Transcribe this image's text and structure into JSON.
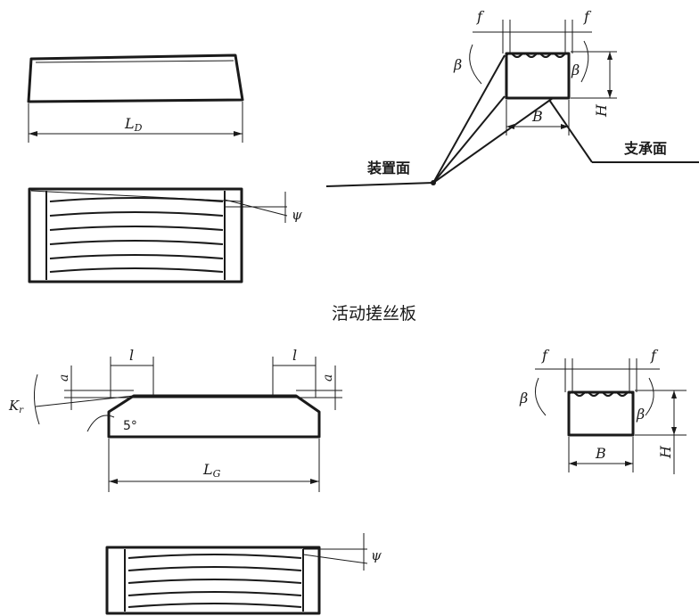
{
  "labels": {
    "fixed_length": "L",
    "fixed_length_sub": "D",
    "movable_length": "L",
    "movable_length_sub": "G",
    "gap_f": "f",
    "angle_beta": "β",
    "angle_psi": "ψ",
    "width_b": "B",
    "height_h": "H",
    "lead_l": "l",
    "lead_a": "a",
    "kr": "K",
    "kr_sub": "r",
    "angle_5": "5°"
  },
  "text": {
    "mounting_face": "装置面",
    "bearing_face": "支承面",
    "movable_plate_caption": "活动搓丝板"
  }
}
